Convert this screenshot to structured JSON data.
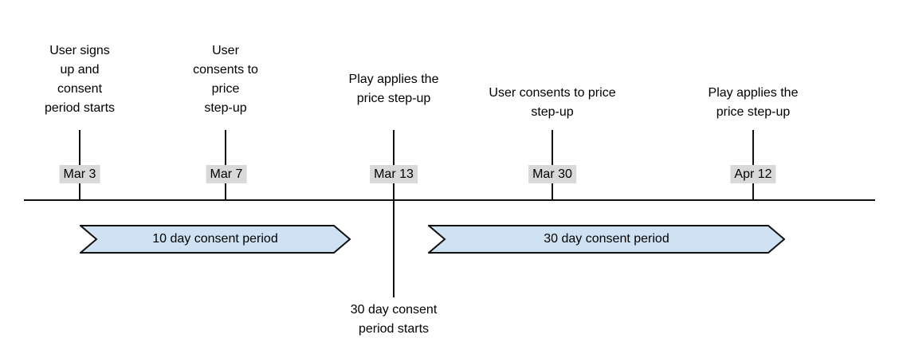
{
  "timeline": {
    "events": [
      {
        "label": "User signs\nup and\nconsent\nperiod starts",
        "date": "Mar 3"
      },
      {
        "label": "User\nconsents to\nprice\nstep-up",
        "date": "Mar 7"
      },
      {
        "label": "Play applies the\nprice step-up",
        "date": "Mar 13",
        "note": "30 day consent\nperiod starts"
      },
      {
        "label": "User consents to price\nstep-up",
        "date": "Mar 30"
      },
      {
        "label": "Play applies the\nprice step-up",
        "date": "Apr 12"
      }
    ],
    "periods": [
      {
        "label": "10 day consent period"
      },
      {
        "label": "30 day consent period"
      }
    ],
    "colors": {
      "period_fill": "#cfe2f3",
      "period_border": "#111111",
      "date_label_bg": "#d9d9d9",
      "line": "#111111",
      "text": "#000000",
      "background": "#ffffff"
    }
  }
}
